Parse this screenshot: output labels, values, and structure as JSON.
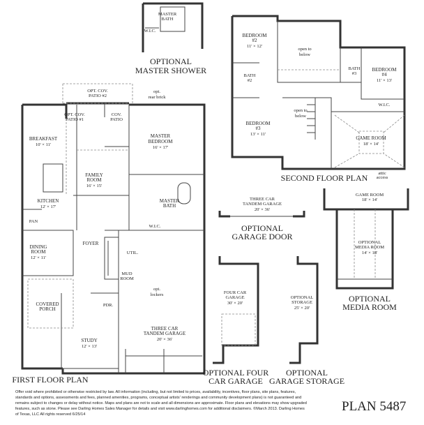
{
  "plan_name": "PLAN 5487",
  "disclaimer": "Offer void where prohibited or otherwise restricted by law. All information (including, but not limited to prices, availability, incentives, floor plans, site plans, features, standards and options, assessments and fees, planned amenities, programs, conceptual artists' renderings and community development plans) is not guaranteed and remains subject to changes or delay without notice. Maps and plans are not to scale and all dimensions are approximate. Floor plans and elevations may show upgraded features, such as stone. Please see Darling Homes Sales Manager for details and visit www.darlinghomes.com for additional disclaimers. ©March 2013. Darling Homes of Texas, LLC All rights reserved 6/25/14",
  "titles": {
    "first_floor": "FIRST FLOOR PLAN",
    "second_floor": "SECOND FLOOR PLAN",
    "opt_shower": [
      "OPTIONAL",
      "MASTER SHOWER"
    ],
    "opt_garage_door": [
      "OPTIONAL",
      "GARAGE DOOR"
    ],
    "opt_media": [
      "OPTIONAL",
      "MEDIA ROOM"
    ],
    "opt_four_car": [
      "OPTIONAL FOUR",
      "CAR GARAGE"
    ],
    "opt_storage": [
      "OPTIONAL",
      "GARAGE STORAGE"
    ]
  },
  "first_floor": {
    "master_bath_top": [
      "MASTER",
      "BATH"
    ],
    "wic_top": "W.I.C.",
    "patio2": [
      "OPT. COV.",
      "PATIO #2"
    ],
    "rear_brick": [
      "opt.",
      "rear brick"
    ],
    "patio1": [
      "OPT. COV.",
      "PATIO #1"
    ],
    "cov_patio": [
      "COV.",
      "PATIO"
    ],
    "breakfast": [
      "BREAKFAST",
      "10' × 11'"
    ],
    "master_bedroom": [
      "MASTER",
      "BEDROOM",
      "16' × 17'"
    ],
    "family_room": [
      "FAMILY",
      "ROOM",
      "16' × 15'"
    ],
    "kitchen": [
      "KITCHEN",
      "12' × 17'"
    ],
    "master_bath": [
      "MASTER",
      "BATH"
    ],
    "pan": "PAN",
    "wic": "W.I.C.",
    "foyer": "FOYER",
    "util": "UTIL.",
    "dining": [
      "DINING",
      "ROOM",
      "12' × 11'"
    ],
    "mud": [
      "MUD",
      "ROOM"
    ],
    "lockers": [
      "opt.",
      "lockers"
    ],
    "porch": [
      "COVERED",
      "PORCH"
    ],
    "pdr": "PDR.",
    "study": [
      "STUDY",
      "12' × 13'"
    ],
    "garage": [
      "THREE CAR",
      "TANDEM GARAGE",
      "20' × 36'"
    ]
  },
  "second_floor": {
    "bed2": [
      "BEDROOM",
      "#2",
      "11' × 12'"
    ],
    "open1": [
      "open to",
      "below"
    ],
    "bath3": [
      "BATH",
      "#3"
    ],
    "bed4": [
      "BEDROOM",
      "#4",
      "11' × 13'"
    ],
    "bath2": [
      "BATH",
      "#2"
    ],
    "wic": "W.I.C.",
    "open2": [
      "open to",
      "below"
    ],
    "bed3": [
      "BEDROOM",
      "#3",
      "13' × 11'"
    ],
    "game": [
      "GAME ROOM",
      "18' × 14'"
    ],
    "attic": [
      "attic",
      "access"
    ]
  },
  "options": {
    "garage_door": [
      "THREE CAR",
      "TANDEM GARAGE",
      "20' × 36'"
    ],
    "media_game": [
      "GAME ROOM",
      "18' × 14'"
    ],
    "media": [
      "OPTIONAL",
      "MEDIA ROOM",
      "14' × 18'"
    ],
    "four_car": [
      "FOUR CAR",
      "GARAGE",
      "30' × 20'"
    ],
    "storage": [
      "OPTIONAL",
      "STORAGE",
      "25' × 20'"
    ]
  }
}
